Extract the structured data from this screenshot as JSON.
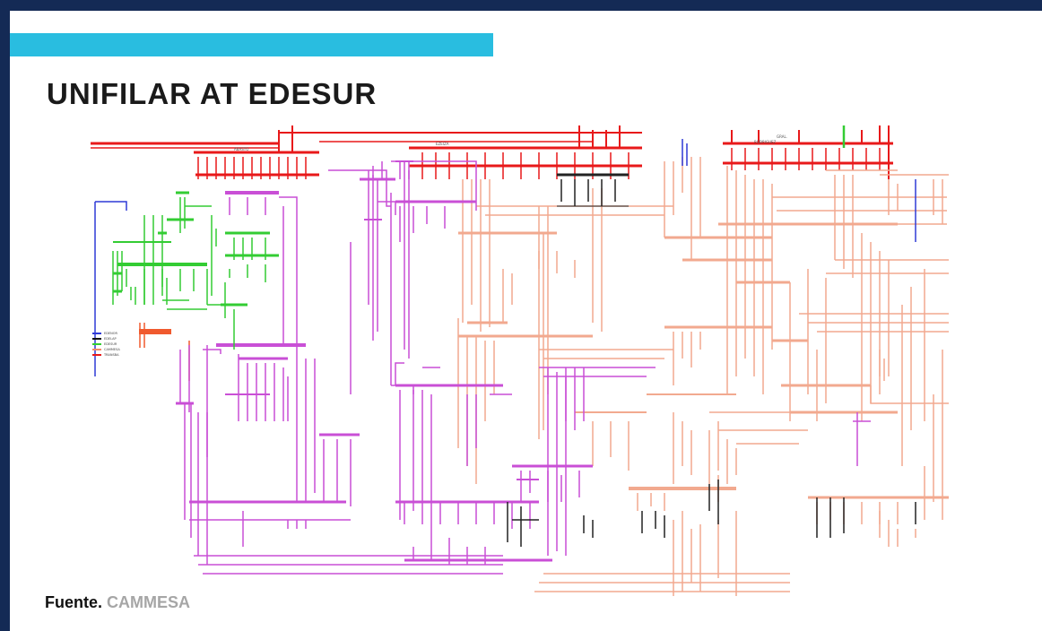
{
  "title": "UNIFILAR AT EDESUR",
  "source": {
    "label": "Fuente.",
    "value": "CAMMESA"
  },
  "diagram": {
    "substations": {
      "ezeiza": "EZEIZA",
      "abasto": "ABASTO",
      "gral_rodriguez": "GRAL. RODRIGUEZ"
    },
    "legend": [
      "EDENOR",
      "EDELAP",
      "EDESUR",
      "CAMMESA",
      "TRANSBA"
    ]
  },
  "colors": {
    "frame": "#142a55",
    "accent": "#29bde0",
    "line_500kv": "#e8191a",
    "line_edesur_220": "#f2a98f",
    "line_edesur_132": "#c94fd6",
    "line_edelap": "#33cc33",
    "line_edenor": "#2f3ad6",
    "line_other": "#222222",
    "legend": [
      "#2f3ad6",
      "#111111",
      "#33cc33",
      "#f28a6a",
      "#e8191a"
    ]
  }
}
